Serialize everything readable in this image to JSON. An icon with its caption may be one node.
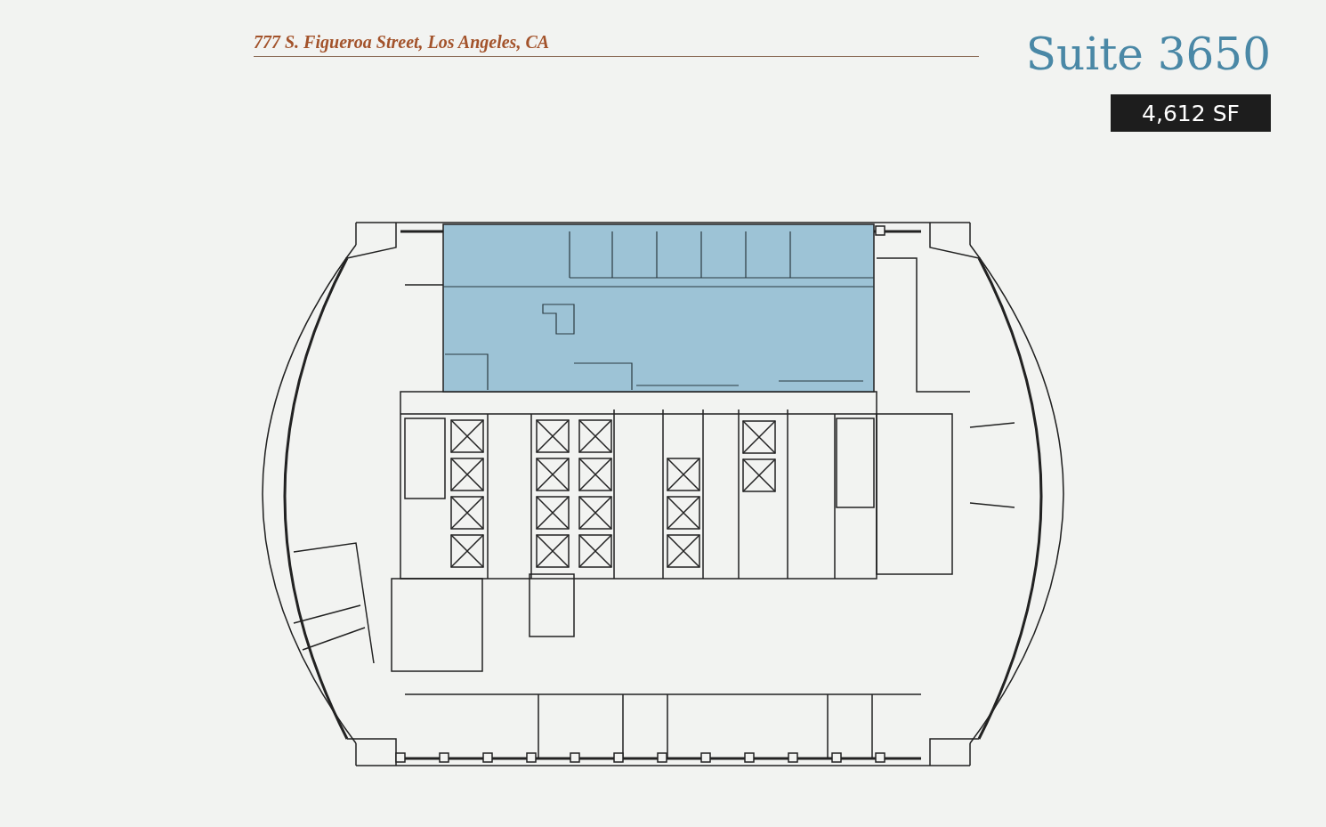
{
  "diagram": {
    "title": "Suite 3650",
    "labels": [
      "777 S. Figueroa Street, Los Angeles, CA",
      "4,612 SF"
    ]
  }
}
